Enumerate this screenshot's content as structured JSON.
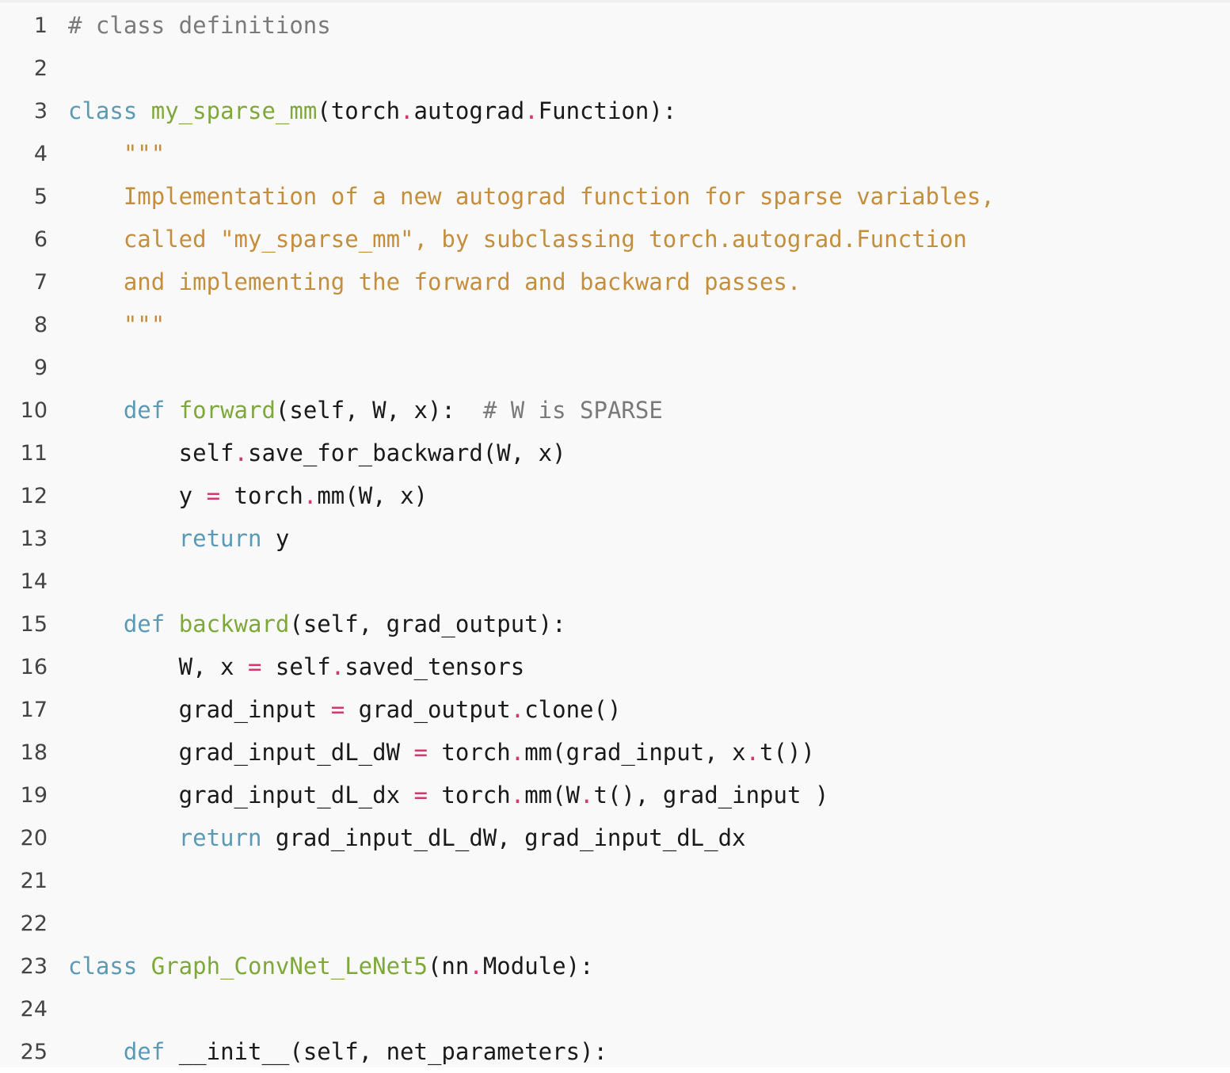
{
  "code_view": {
    "lines": [
      {
        "n": "1",
        "tokens": [
          {
            "t": "# class definitions",
            "c": "com"
          }
        ]
      },
      {
        "n": "2",
        "tokens": []
      },
      {
        "n": "3",
        "tokens": [
          {
            "t": "class ",
            "c": "kw"
          },
          {
            "t": "my_sparse_mm",
            "c": "fn"
          },
          {
            "t": "(torch",
            "c": "plain"
          },
          {
            "t": ".",
            "c": "op"
          },
          {
            "t": "autograd",
            "c": "plain"
          },
          {
            "t": ".",
            "c": "op"
          },
          {
            "t": "Function):",
            "c": "plain"
          }
        ]
      },
      {
        "n": "4",
        "tokens": [
          {
            "t": "    \"\"\"",
            "c": "str"
          }
        ]
      },
      {
        "n": "5",
        "tokens": [
          {
            "t": "    Implementation of a new autograd function for sparse variables,",
            "c": "str"
          }
        ]
      },
      {
        "n": "6",
        "tokens": [
          {
            "t": "    called \"my_sparse_mm\", by subclassing torch.autograd.Function",
            "c": "str"
          }
        ]
      },
      {
        "n": "7",
        "tokens": [
          {
            "t": "    and implementing the forward and backward passes.",
            "c": "str"
          }
        ]
      },
      {
        "n": "8",
        "tokens": [
          {
            "t": "    \"\"\"",
            "c": "str"
          }
        ]
      },
      {
        "n": "9",
        "tokens": []
      },
      {
        "n": "10",
        "tokens": [
          {
            "t": "    def ",
            "c": "kw"
          },
          {
            "t": "forward",
            "c": "fn"
          },
          {
            "t": "(self, W, x):  ",
            "c": "plain"
          },
          {
            "t": "# W is SPARSE",
            "c": "com"
          }
        ]
      },
      {
        "n": "11",
        "tokens": [
          {
            "t": "        self",
            "c": "plain"
          },
          {
            "t": ".",
            "c": "op"
          },
          {
            "t": "save_for_backward(W, x)",
            "c": "plain"
          }
        ]
      },
      {
        "n": "12",
        "tokens": [
          {
            "t": "        y ",
            "c": "plain"
          },
          {
            "t": "=",
            "c": "op"
          },
          {
            "t": " torch",
            "c": "plain"
          },
          {
            "t": ".",
            "c": "op"
          },
          {
            "t": "mm(W, x)",
            "c": "plain"
          }
        ]
      },
      {
        "n": "13",
        "tokens": [
          {
            "t": "        return",
            "c": "kw"
          },
          {
            "t": " y",
            "c": "plain"
          }
        ]
      },
      {
        "n": "14",
        "tokens": []
      },
      {
        "n": "15",
        "tokens": [
          {
            "t": "    def ",
            "c": "kw"
          },
          {
            "t": "backward",
            "c": "fn"
          },
          {
            "t": "(self, grad_output):",
            "c": "plain"
          }
        ]
      },
      {
        "n": "16",
        "tokens": [
          {
            "t": "        W, x ",
            "c": "plain"
          },
          {
            "t": "=",
            "c": "op"
          },
          {
            "t": " self",
            "c": "plain"
          },
          {
            "t": ".",
            "c": "op"
          },
          {
            "t": "saved_tensors",
            "c": "plain"
          }
        ]
      },
      {
        "n": "17",
        "tokens": [
          {
            "t": "        grad_input ",
            "c": "plain"
          },
          {
            "t": "=",
            "c": "op"
          },
          {
            "t": " grad_output",
            "c": "plain"
          },
          {
            "t": ".",
            "c": "op"
          },
          {
            "t": "clone()",
            "c": "plain"
          }
        ]
      },
      {
        "n": "18",
        "tokens": [
          {
            "t": "        grad_input_dL_dW ",
            "c": "plain"
          },
          {
            "t": "=",
            "c": "op"
          },
          {
            "t": " torch",
            "c": "plain"
          },
          {
            "t": ".",
            "c": "op"
          },
          {
            "t": "mm(grad_input, x",
            "c": "plain"
          },
          {
            "t": ".",
            "c": "op"
          },
          {
            "t": "t())",
            "c": "plain"
          }
        ]
      },
      {
        "n": "19",
        "tokens": [
          {
            "t": "        grad_input_dL_dx ",
            "c": "plain"
          },
          {
            "t": "=",
            "c": "op"
          },
          {
            "t": " torch",
            "c": "plain"
          },
          {
            "t": ".",
            "c": "op"
          },
          {
            "t": "mm(W",
            "c": "plain"
          },
          {
            "t": ".",
            "c": "op"
          },
          {
            "t": "t(), grad_input )",
            "c": "plain"
          }
        ]
      },
      {
        "n": "20",
        "tokens": [
          {
            "t": "        return",
            "c": "kw"
          },
          {
            "t": " grad_input_dL_dW, grad_input_dL_dx",
            "c": "plain"
          }
        ]
      },
      {
        "n": "21",
        "tokens": []
      },
      {
        "n": "22",
        "tokens": []
      },
      {
        "n": "23",
        "tokens": [
          {
            "t": "class ",
            "c": "kw"
          },
          {
            "t": "Graph_ConvNet_LeNet5",
            "c": "fn"
          },
          {
            "t": "(nn",
            "c": "plain"
          },
          {
            "t": ".",
            "c": "op"
          },
          {
            "t": "Module):",
            "c": "plain"
          }
        ]
      },
      {
        "n": "24",
        "tokens": []
      },
      {
        "n": "25",
        "tokens": [
          {
            "t": "    def ",
            "c": "kw"
          },
          {
            "t": "__init__",
            "c": "plain"
          },
          {
            "t": "(self, net_parameters):",
            "c": "plain"
          }
        ]
      }
    ]
  }
}
